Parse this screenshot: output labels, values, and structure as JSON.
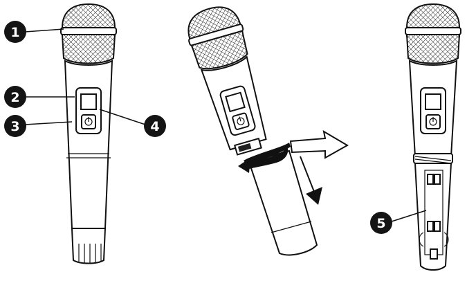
{
  "callouts": [
    {
      "id": "1",
      "label": "1"
    },
    {
      "id": "2",
      "label": "2"
    },
    {
      "id": "3",
      "label": "3"
    },
    {
      "id": "4",
      "label": "4"
    },
    {
      "id": "5",
      "label": "5"
    }
  ],
  "icons": {
    "power": "power-icon",
    "rotate_arrow": "rotate-arrow-icon",
    "pull_arrow": "pull-arrow-icon",
    "down_arrow": "down-arrow-icon"
  },
  "colors": {
    "ink": "#111111",
    "background": "#ffffff",
    "callout": "#141414"
  }
}
